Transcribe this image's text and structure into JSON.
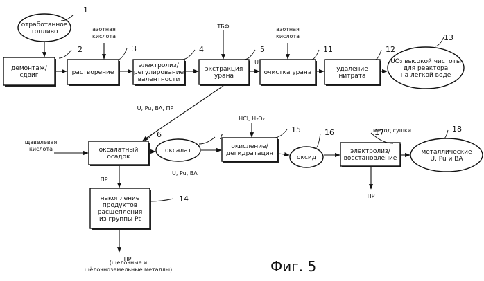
{
  "figure": {
    "caption": "Фиг. 5"
  },
  "nodes": [
    {
      "id": "n1",
      "kind": "ellipse",
      "lines": [
        "отработанное",
        "топливо"
      ],
      "num": "1"
    },
    {
      "id": "n2",
      "kind": "box",
      "lines": [
        "демонтаж/",
        "сдвиг"
      ],
      "num": "2"
    },
    {
      "id": "n3",
      "kind": "box",
      "lines": [
        "растворение"
      ],
      "num": "3"
    },
    {
      "id": "n4",
      "kind": "box",
      "lines": [
        "электролиз/",
        "регулирование",
        "валентности"
      ],
      "num": "4"
    },
    {
      "id": "n5",
      "kind": "box",
      "lines": [
        "экстракция",
        "урана"
      ],
      "num": "5"
    },
    {
      "id": "n11",
      "kind": "box",
      "lines": [
        "очистка урана"
      ],
      "num": "11"
    },
    {
      "id": "n12",
      "kind": "box",
      "lines": [
        "удаление",
        "нитрата"
      ],
      "num": "12"
    },
    {
      "id": "n13",
      "kind": "ellipse",
      "lines": [
        "UO₂ высокой чистоты",
        "для реактора",
        "на легкой воде"
      ],
      "num": "13"
    },
    {
      "id": "n6",
      "kind": "box",
      "lines": [
        "оксалатный",
        "осадок"
      ],
      "num": "6"
    },
    {
      "id": "n7",
      "kind": "ellipse",
      "lines": [
        "оксалат"
      ],
      "num": "7"
    },
    {
      "id": "n15",
      "kind": "box",
      "lines": [
        "окисление/",
        "дегидратация"
      ],
      "num": "15"
    },
    {
      "id": "n16",
      "kind": "ellipse",
      "lines": [
        "оксид"
      ],
      "num": "16"
    },
    {
      "id": "n17",
      "kind": "box",
      "lines": [
        "электролиз/",
        "восстановление"
      ],
      "num": "17"
    },
    {
      "id": "n18",
      "kind": "ellipse",
      "lines": [
        "металлические",
        "U, Pu и BA"
      ],
      "num": "18"
    },
    {
      "id": "n14",
      "kind": "box",
      "lines": [
        "накопление",
        "продуктов",
        "расщепления",
        "из группы Pt"
      ],
      "num": "14"
    }
  ],
  "labels": [
    {
      "id": "l_nitric1",
      "lines": [
        "азотная",
        "кислота"
      ]
    },
    {
      "id": "l_tbf",
      "lines": [
        "ТБФ"
      ]
    },
    {
      "id": "l_nitric2",
      "lines": [
        "азотная",
        "кислота"
      ]
    },
    {
      "id": "l_u",
      "lines": [
        "U"
      ]
    },
    {
      "id": "l_upuba1",
      "lines": [
        "U, Pu, BA, ПР"
      ]
    },
    {
      "id": "l_hcl",
      "lines": [
        "HCl, H₂O₂"
      ]
    },
    {
      "id": "l_oxalic",
      "lines": [
        "щавелевая",
        "кислота"
      ]
    },
    {
      "id": "l_upuba2",
      "lines": [
        "U, Pu, BA"
      ]
    },
    {
      "id": "l_drying",
      "lines": [
        "метод сушки"
      ]
    },
    {
      "id": "l_pr1",
      "lines": [
        "ПР"
      ]
    },
    {
      "id": "l_pr2",
      "lines": [
        "ПР"
      ]
    },
    {
      "id": "l_pr3",
      "lines": [
        "ПР"
      ]
    },
    {
      "id": "l_alkali",
      "lines": [
        "(щелочные и",
        "щёлочноземельные металлы)"
      ]
    }
  ]
}
